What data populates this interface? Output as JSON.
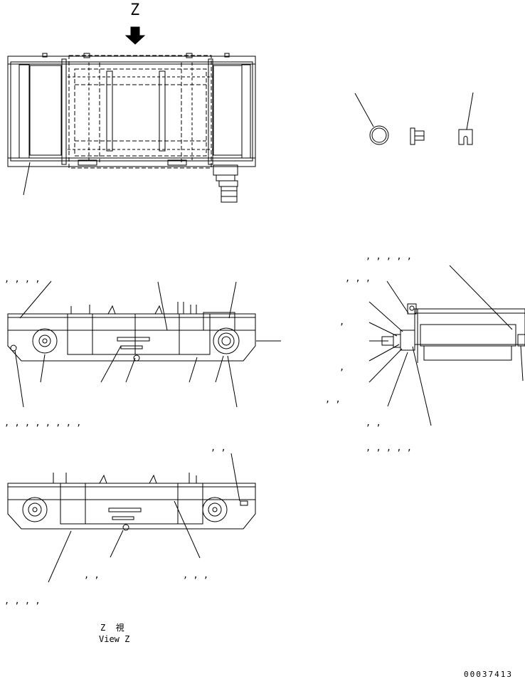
{
  "top_view": {
    "arrow_letter": "Z"
  },
  "callout_marks": {
    "mid_left_top": ", , , ,",
    "mid_right_top_row": ", , , , ,",
    "mid_right_second_row": ", , ,",
    "mid_right_left_col_1": ",",
    "mid_right_left_col_2": ",",
    "mid_right_left_col_3": ", ,",
    "mid_left_bottom": ", , , , , , , ,",
    "mid_left_bottom_2": ", ,",
    "mid_right_bottom": ", ,",
    "mid_right_bottom_2": ", , , , ,",
    "bottom_row_1": ", ,",
    "bottom_row_1b": ", , ,",
    "bottom_row_2": ", , , ,"
  },
  "view_caption": {
    "line1": "Z  視",
    "line2": "View Z"
  },
  "drawing_number": "00037413",
  "colors": {
    "ink": "#000000",
    "paper": "#ffffff"
  }
}
